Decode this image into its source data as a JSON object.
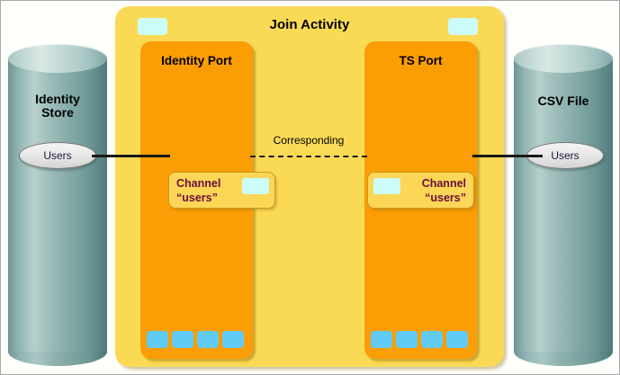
{
  "diagram": {
    "title": "Join Activity",
    "left_store": {
      "label": "Identity Store",
      "label_line1": "Identity",
      "label_line2": "Store",
      "pill_label": "Users"
    },
    "right_store": {
      "label": "CSV File",
      "pill_label": "Users"
    },
    "ports": [
      {
        "id": "identity-port",
        "title": "Identity Port",
        "channel": {
          "line1": "Channel",
          "line2": "“users”"
        },
        "slots": [
          "slot-1",
          "slot-2",
          "slot-3",
          "slot-4"
        ]
      },
      {
        "id": "ts-port",
        "title": "TS Port",
        "channel": {
          "line1": "Channel",
          "line2": "“users”"
        },
        "slots": [
          "slot-1",
          "slot-2",
          "slot-3",
          "slot-4"
        ]
      }
    ],
    "relation_label": "Corresponding",
    "colors": {
      "activity_background": "#fada55",
      "port_background": "#fb9d05",
      "channel_background": "#fcd757",
      "channel_text": "#6b0d3c",
      "badge_cyan": "#ccfcfa",
      "slot_blue": "#62cbf5",
      "cylinder_teal": "#8cb0ad",
      "connector_line": "#1a1a1a"
    }
  }
}
